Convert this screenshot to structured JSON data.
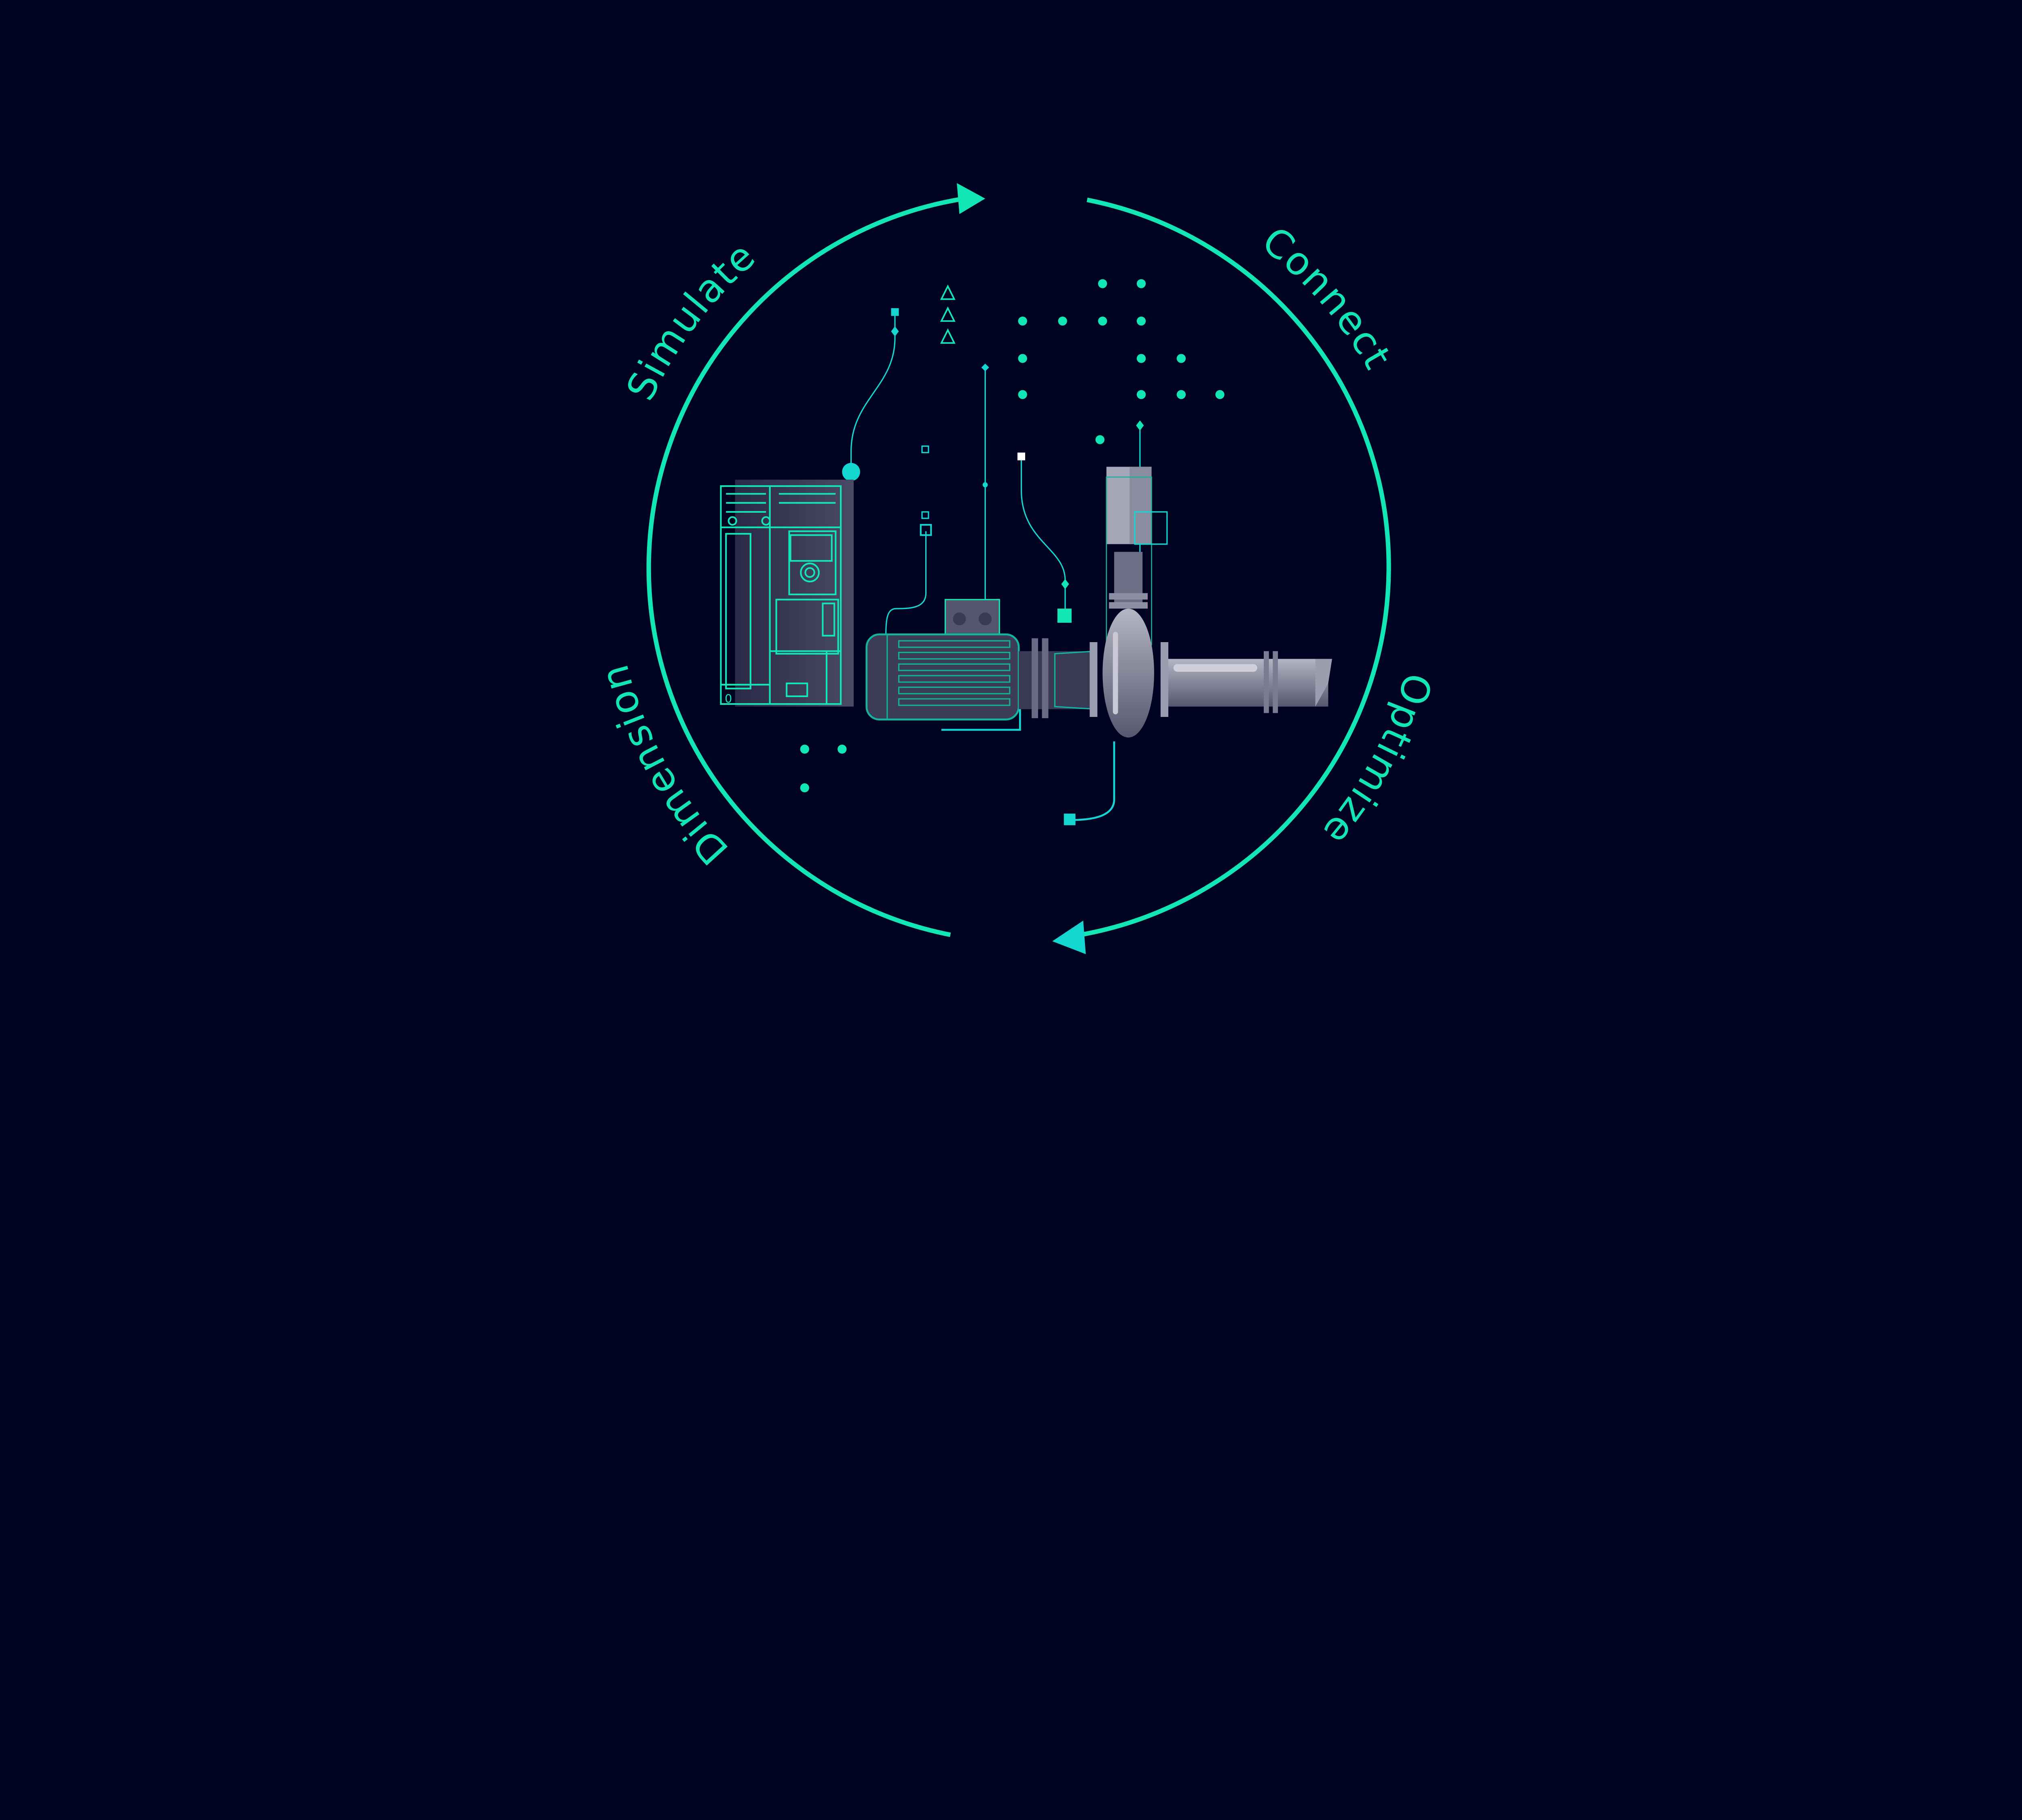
{
  "colors": {
    "background": "#000222",
    "accent": "#12e6b4",
    "accent_cyan": "#14d6d0",
    "metal_light": "#a6a8b8",
    "metal_dark": "#4c4c66"
  },
  "cycle": {
    "labels": [
      {
        "text": "Simulate",
        "angle_deg": 307
      },
      {
        "text": "Connect",
        "angle_deg": 49
      },
      {
        "text": "Optimize",
        "angle_deg": 118
      },
      {
        "text": "Dimension",
        "angle_deg": 241
      }
    ],
    "arrows": [
      "arrow-right-icon",
      "arrow-left-icon"
    ]
  },
  "illustration": {
    "components": [
      "drive-cabinet",
      "motor",
      "coupling",
      "pump",
      "pipe"
    ],
    "cabinet_label": "0"
  }
}
